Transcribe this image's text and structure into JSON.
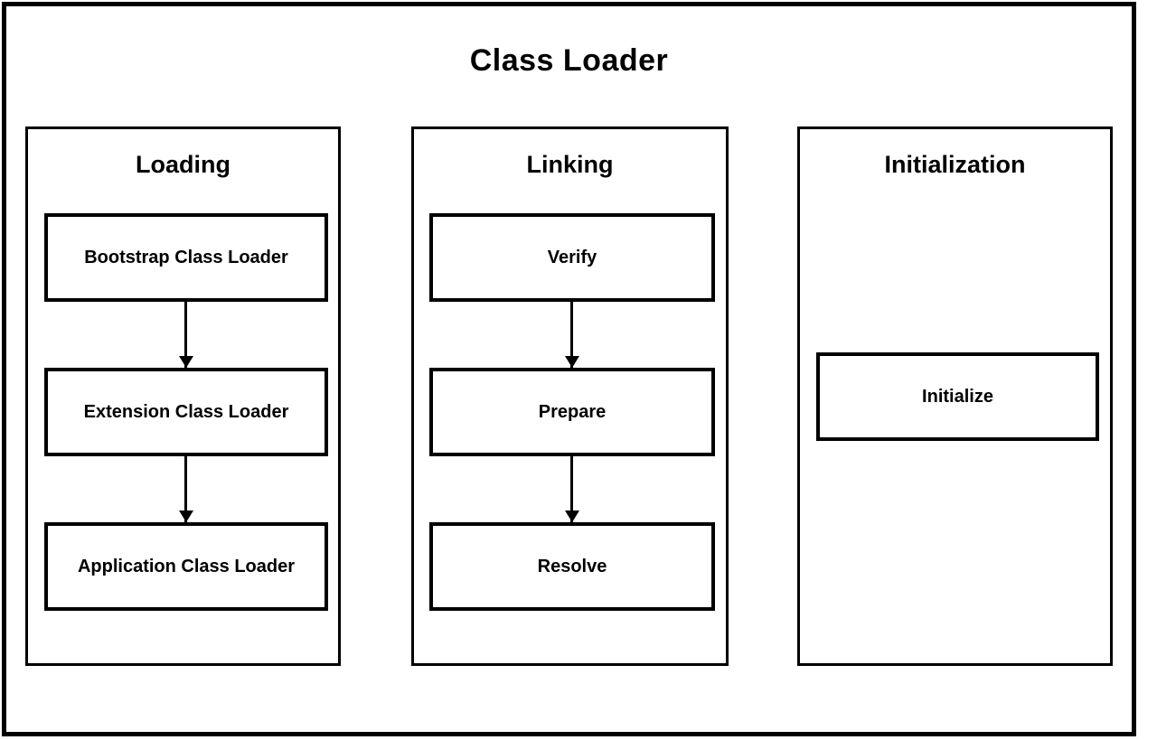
{
  "diagram": {
    "title": "Class Loader",
    "colors": {
      "line": "#000000",
      "background": "#ffffff",
      "text": "#000000"
    },
    "sections": [
      {
        "title": "Loading",
        "boxes": [
          "Bootstrap Class Loader",
          "Extension Class Loader",
          "Application Class Loader"
        ]
      },
      {
        "title": "Linking",
        "boxes": [
          "Verify",
          "Prepare",
          "Resolve"
        ]
      },
      {
        "title": "Initialization",
        "boxes": [
          "Initialize"
        ]
      }
    ]
  }
}
